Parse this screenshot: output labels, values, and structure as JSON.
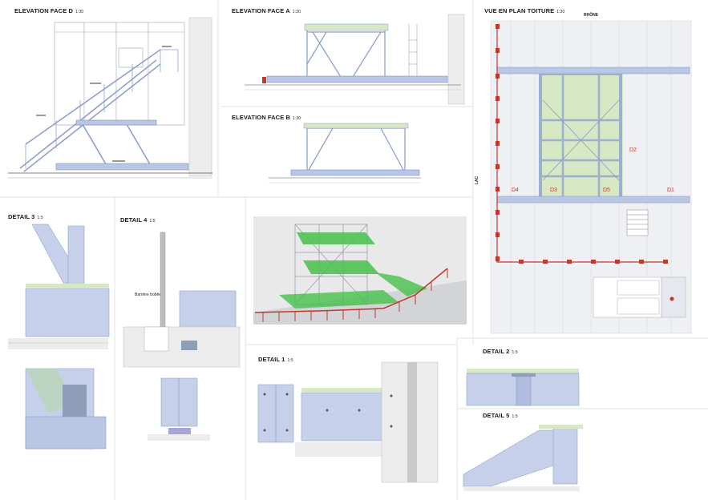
{
  "panels": {
    "elev_d": {
      "title": "ELEVATION FACE D",
      "scale": "1:30"
    },
    "elev_a": {
      "title": "ELEVATION FACE A",
      "scale": "1:30"
    },
    "elev_b": {
      "title": "ELEVATION FACE B",
      "scale": "1:30"
    },
    "plan": {
      "title": "VUE EN PLAN TOITURE",
      "scale": "1:30"
    },
    "detail3": {
      "title": "DETAIL 3",
      "scale": "1:5"
    },
    "detail4": {
      "title": "DETAIL 4",
      "scale": "1:5"
    },
    "detail1": {
      "title": "DETAIL 1",
      "scale": "1:5"
    },
    "detail2": {
      "title": "DETAIL 2",
      "scale": "1:5"
    },
    "detail5": {
      "title": "DETAIL 5",
      "scale": "1:5"
    }
  },
  "plan_labels": {
    "river": "RHÔNE",
    "lake": "LAC",
    "d1": "D1",
    "d2": "D2",
    "d3": "D3",
    "d4": "D4",
    "d5": "D5"
  },
  "detail4_labels": {
    "barrier": "Barrière bobée"
  },
  "colors": {
    "steel": "#b9c6e4",
    "steel_dark": "#7f93c4",
    "deck": "#d6e8c4",
    "red_line": "#c0392b",
    "grid": "#d9d9d9",
    "green_3d": "#46c04b"
  }
}
